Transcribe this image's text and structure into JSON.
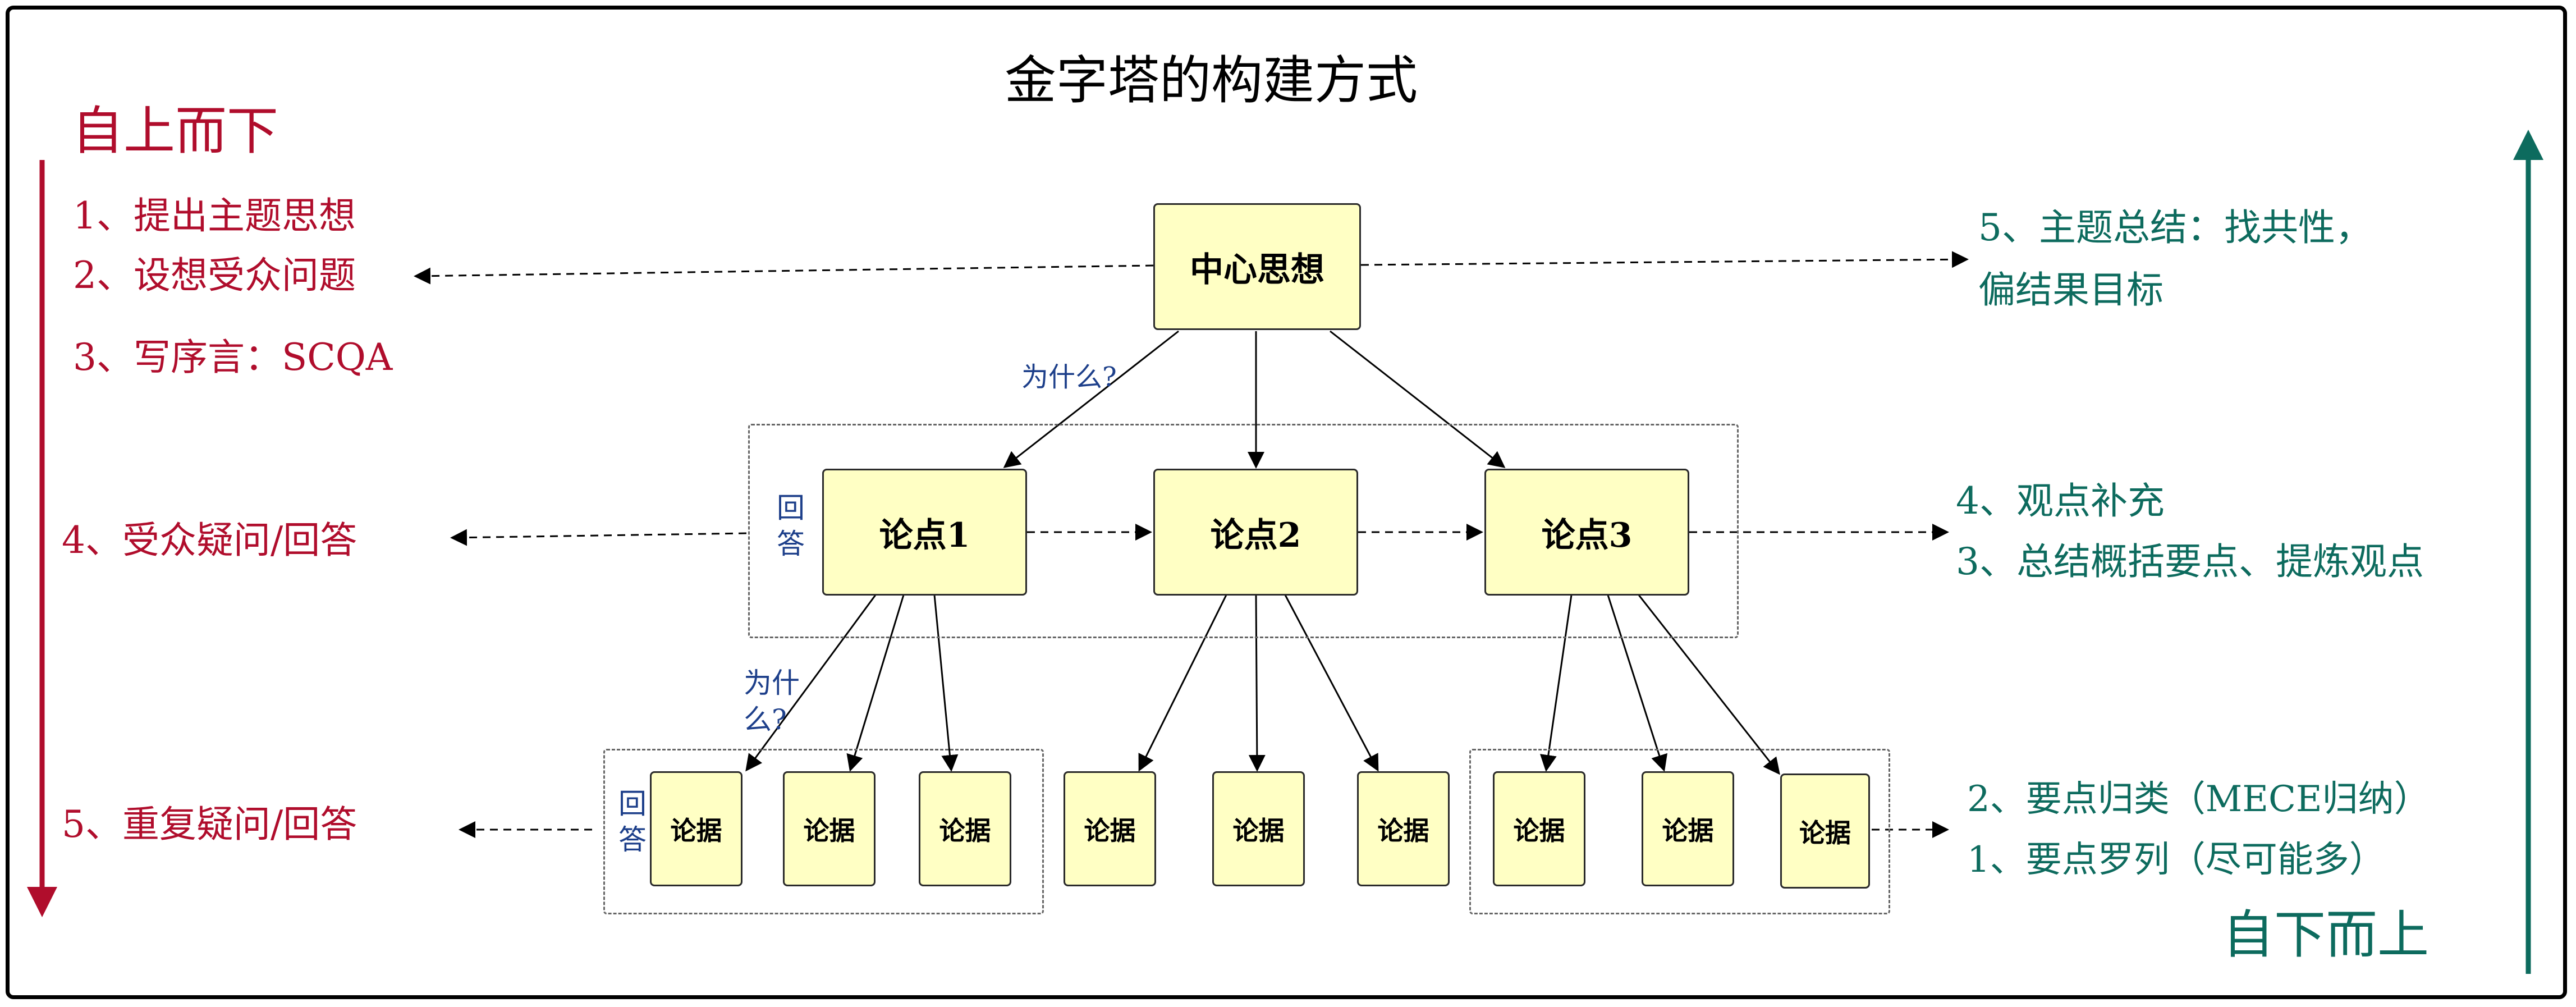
{
  "title": "金字塔的构建方式",
  "left": {
    "heading": "自上而下",
    "steps": [
      "1、提出主题思想",
      "2、设想受众问题",
      "3、写序言：SCQA",
      "4、受众疑问/回答",
      "5、重复疑问/回答"
    ]
  },
  "right": {
    "heading": "自下而上",
    "top_note": [
      "5、主题总结：找共性，",
      "偏结果目标"
    ],
    "mid_note": [
      "4、观点补充",
      "3、总结概括要点、提炼观点"
    ],
    "bottom_note": [
      "2、要点归类（MECE归纳）",
      "1、要点罗列（尽可能多）"
    ]
  },
  "center": {
    "main": "中心思想",
    "why1": "为什么?",
    "why2": "为什么?",
    "answer": "回答",
    "points": [
      "论点1",
      "论点2",
      "论点3"
    ],
    "evidence": [
      "论据",
      "论据",
      "论据",
      "论据",
      "论据",
      "论据",
      "论据",
      "论据",
      "论据"
    ]
  },
  "colors": {
    "left_accent": "#b00d2c",
    "right_accent": "#0d6b5e",
    "box_fill": "#ffffc4",
    "annotation": "#1d3f8a"
  }
}
